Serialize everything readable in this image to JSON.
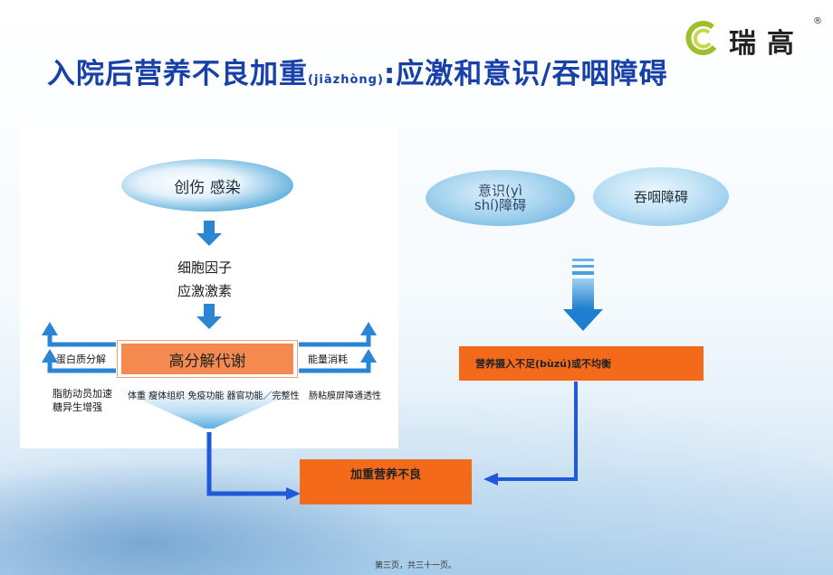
{
  "title": {
    "main": "入院后营养不良加重",
    "pinyin": "(jiāzhòng)",
    "rest": ":应激和意识/吞咽障碍"
  },
  "logo": {
    "text": "瑞高",
    "reg": "®"
  },
  "left": {
    "trigger": "创伤  感染",
    "cytokines_line1": "细胞因子",
    "cytokines_line2": "应激激素",
    "catabolism": "高分解代谢",
    "protein": "蛋白质分解",
    "energy": "能量消耗",
    "fat_line1": "脂肪动员加速",
    "fat_line2": "糖异生增强",
    "body": "体重  瘦体组织  免疫功能  器官功能／完整性",
    "gut": "肠粘膜屏障通透性"
  },
  "right": {
    "consciousness": "意识(yì shí)障碍",
    "swallow": "吞咽障碍",
    "intake": "营养摄入不足(bùzú)或不均衡"
  },
  "result": "加重营养不良",
  "page_number": "第三页，共三十一页。",
  "colors": {
    "title": "#1740a8",
    "arrow": "#1e7fd0",
    "orange": "#f26a1a"
  }
}
